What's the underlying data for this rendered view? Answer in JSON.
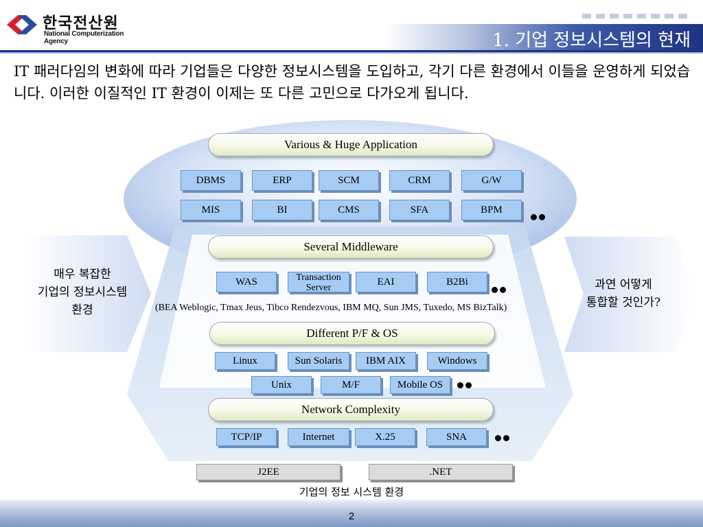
{
  "header": {
    "logo_korean": "한국전산원",
    "logo_english": "National Computerization Agency",
    "title": "1. 기업 정보시스템의 현재"
  },
  "intro": "IT 패러다임의 변화에 따라 기업들은 다양한 정보시스템을 도입하고, 각기 다른 환경에서 이들을 운영하게 되었습니다. 이러한 이질적인 IT 환경이 이제는 또 다른 고민으로 다가오게 됩니다.",
  "layers": {
    "application": {
      "title": "Various & Huge Application",
      "row1": [
        "DBMS",
        "ERP",
        "SCM",
        "CRM",
        "G/W"
      ],
      "row2": [
        "MIS",
        "BI",
        "CMS",
        "SFA",
        "BPM"
      ]
    },
    "middleware": {
      "title": "Several Middleware",
      "items": [
        "WAS",
        "Transaction Server",
        "EAI",
        "B2Bi"
      ],
      "note": "(BEA Weblogic, Tmax Jeus, Tibco Rendezvous, IBM MQ, Sun JMS, Tuxedo, MS BizTalk)"
    },
    "platform": {
      "title": "Different P/F & OS",
      "row1": [
        "Linux",
        "Sun Solaris",
        "IBM AIX",
        "Windows"
      ],
      "row2": [
        "Unix",
        "M/F",
        "Mobile OS"
      ]
    },
    "network": {
      "title": "Network Complexity",
      "items": [
        "TCP/IP",
        "Internet",
        "X.25",
        "SNA"
      ]
    }
  },
  "base": [
    "J2EE",
    ".NET"
  ],
  "left_text": [
    "매우 복잡한",
    "기업의 정보시스템",
    "환경"
  ],
  "right_text": [
    "과연 어떻게",
    "통합할 것인가?"
  ],
  "caption": "기업의 정보 시스템 환경",
  "page_number": "2",
  "colors": {
    "box_fill": "#a6ccf4",
    "header_navy": "#1c3380",
    "pill_fill": "#f6f9e6"
  }
}
